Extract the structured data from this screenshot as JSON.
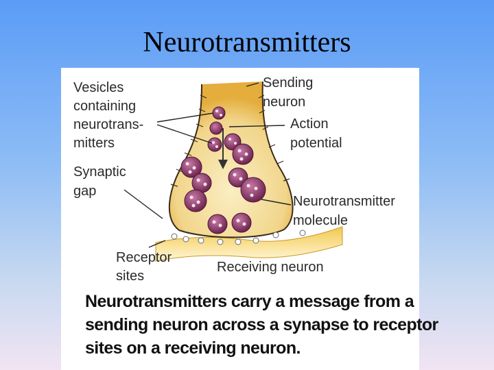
{
  "slide": {
    "title": "Neurotransmitters"
  },
  "diagram": {
    "labels": {
      "vesicles": [
        "Vesicles",
        "containing",
        "neurotrans-",
        "mitters"
      ],
      "synaptic_gap": [
        "Synaptic",
        "gap"
      ],
      "receptor_sites": [
        "Receptor",
        "sites"
      ],
      "sending_neuron": [
        "Sending",
        "neuron"
      ],
      "action_potential": [
        "Action",
        "potential"
      ],
      "neurotransmitter_molecule": [
        "Neurotransmitter",
        "molecule"
      ],
      "receiving_neuron": "Receiving neuron"
    },
    "caption": [
      "Neurotransmitters carry a message from a",
      "sending neuron across a synapse to receptor",
      "sites on a receiving neuron."
    ]
  },
  "colors": {
    "terminal_fill": "#f3dfa0",
    "terminal_glow": "#e9b64a",
    "vesicle_fill": "#9c3f73",
    "vesicle_dot": "#f3e3ef",
    "receiving_membrane": "#f0c24a"
  }
}
